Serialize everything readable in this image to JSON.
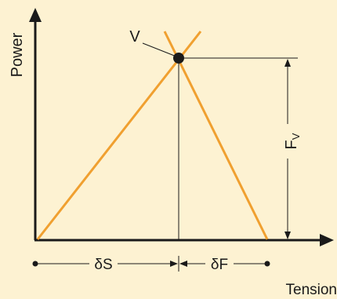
{
  "diagram": {
    "labels": {
      "y_axis": "Power",
      "x_axis": "Tension",
      "vertex": "V",
      "force": "F",
      "force_subscript": "V",
      "delta_s": "δS",
      "delta_f": "δF"
    },
    "colors": {
      "background": "#fdf2d2",
      "curve": "#f0a030",
      "axis": "#1a1a1a",
      "vertex_point": "#1a1a1a"
    }
  }
}
